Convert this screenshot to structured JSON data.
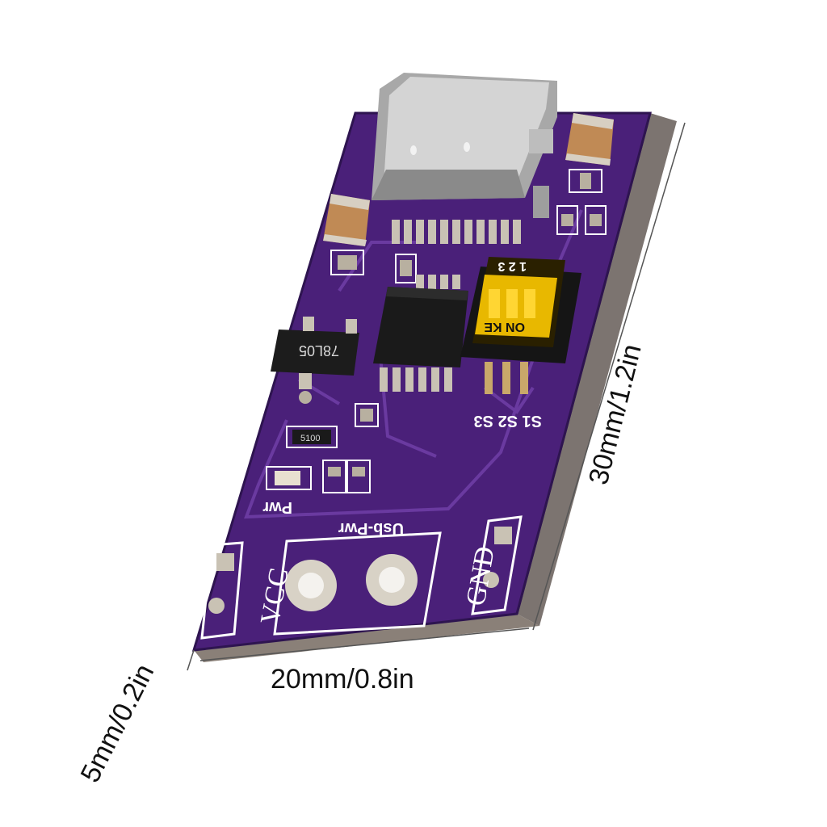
{
  "dimensions": {
    "length": "30mm/1.2in",
    "width": "20mm/0.8in",
    "thickness": "5mm/0.2in"
  },
  "silkscreen": {
    "vcc": "VCC",
    "gnd": "GND",
    "usb_pwr": "Usb-Pwr",
    "pwr": "Pwr",
    "switch_labels": "S1 S2 S3",
    "switch_numbers": "1 2 3"
  },
  "components": {
    "regulator_marking": "78L05",
    "dip_switch_marking": "ON KE",
    "resistor_marking": "5100"
  },
  "colors": {
    "pcb": "#4a2079",
    "pcb_edge": "#2e1450",
    "trace": "#6a3aa0",
    "copper_tan": "#c9b89a",
    "chip_black": "#1a1a1a",
    "switch_yellow": "#f2c400"
  }
}
